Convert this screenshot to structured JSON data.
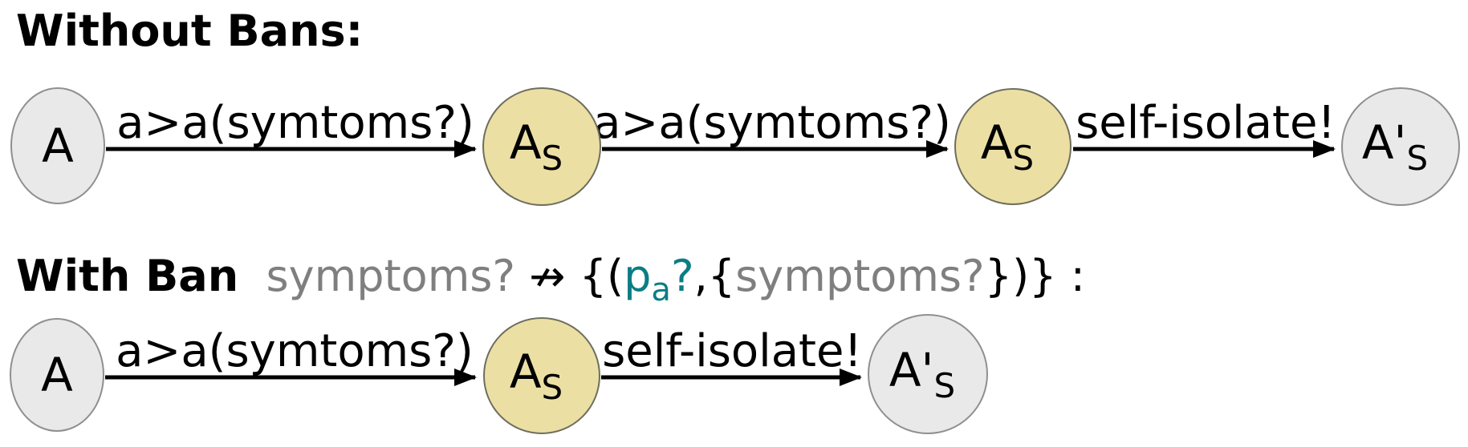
{
  "titles": {
    "row1": "Without Bans:",
    "row2": {
      "bold": "With Ban",
      "ban_symptom": "symptoms?",
      "not_maps_to": "↛",
      "open_braces": "{(",
      "p": "p",
      "p_subscript": "a",
      "p_question": "?",
      "comma": ",",
      "open_brace2": "{",
      "set_symptom": "symptoms?",
      "close_braces": "})}",
      "colon": ":"
    }
  },
  "colors": {
    "node_gray_fill": "#e9e9e9",
    "node_gray_border": "#8f8f8f",
    "node_tan_fill": "#ecdfa4",
    "node_tan_border": "#6e6e5e",
    "text_gray": "#7f7f7f",
    "text_teal": "#0b7d84",
    "edge_black": "#000000"
  },
  "row1": {
    "nodes": [
      {
        "label": "A",
        "sub": ""
      },
      {
        "label": "A",
        "sub": "S"
      },
      {
        "label": "A",
        "sub": "S"
      },
      {
        "label": "A'",
        "sub": "S"
      }
    ],
    "edges": [
      {
        "label": "a>a(symtoms?)"
      },
      {
        "label": "a>a(symtoms?)"
      },
      {
        "label": "self-isolate!"
      }
    ]
  },
  "row2": {
    "nodes": [
      {
        "label": "A",
        "sub": ""
      },
      {
        "label": "A",
        "sub": "S"
      },
      {
        "label": "A'",
        "sub": "S"
      }
    ],
    "edges": [
      {
        "label": "a>a(symtoms?)"
      },
      {
        "label": "self-isolate!"
      }
    ]
  }
}
